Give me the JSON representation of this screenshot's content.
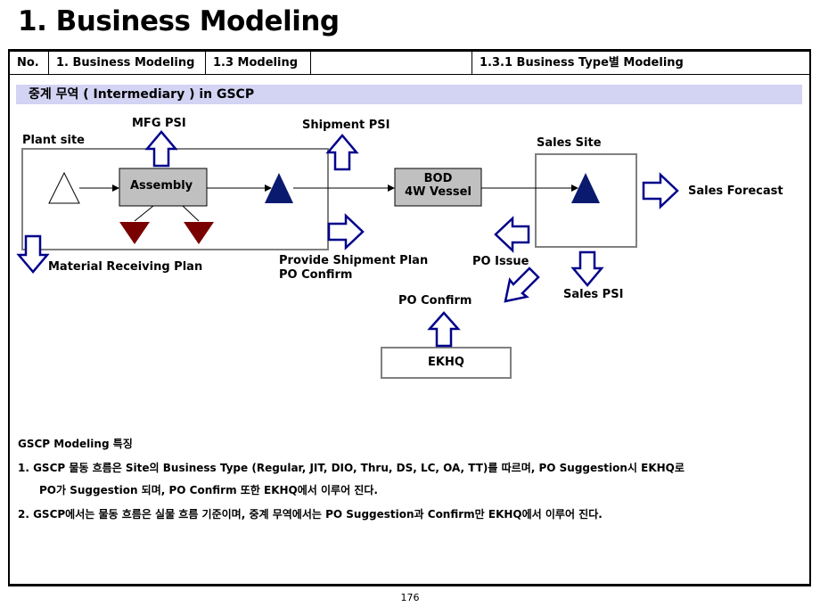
{
  "title": "1. Business Modeling",
  "header": {
    "no": "No.",
    "col1": "1. Business Modeling",
    "col2": "1.3 Modeling",
    "col3": "",
    "col4": "1.3.1 Business Type별 Modeling"
  },
  "subtitle": "중계 무역 ( Intermediary ) in GSCP",
  "diagram": {
    "plant_site": "Plant site",
    "mfg_psi": "MFG PSI",
    "shipment_psi": "Shipment PSI",
    "assembly": "Assembly",
    "bod_line1": "BOD",
    "bod_line2": "4W Vessel",
    "sales_site": "Sales Site",
    "sales_forecast": "Sales Forecast",
    "material_plan": "Material Receiving Plan",
    "provide_plan_line1": "Provide Shipment Plan",
    "provide_plan_line2": "PO Confirm",
    "po_issue": "PO Issue",
    "sales_psi": "Sales PSI",
    "po_confirm": "PO Confirm",
    "ekhq": "EKHQ"
  },
  "notes": {
    "heading": "GSCP Modeling 특징",
    "item1_line1": "1. GSCP 물동 흐름은 Site의 Business Type (Regular, JIT, DIO, Thru, DS, LC, OA, TT)를 따르며, PO Suggestion시 EKHQ로",
    "item1_line2": "PO가 Suggestion 되며,  PO Confirm 또한 EKHQ에서 이루어 진다.",
    "item2": "2. GSCP에서는 물동 흐름은 실물 흐름 기준이며, 중계 무역에서는 PO Suggestion과 Confirm만 EKHQ에서 이루어 진다."
  },
  "page_number": "176",
  "colors": {
    "subtitle_bg": "#d3d3f3",
    "arrow_outline": "#00008b",
    "triangle_navy": "#0a1a6e",
    "triangle_red": "#7a0000",
    "box_gray": "#c0c0c0",
    "border_gray": "#808080"
  }
}
